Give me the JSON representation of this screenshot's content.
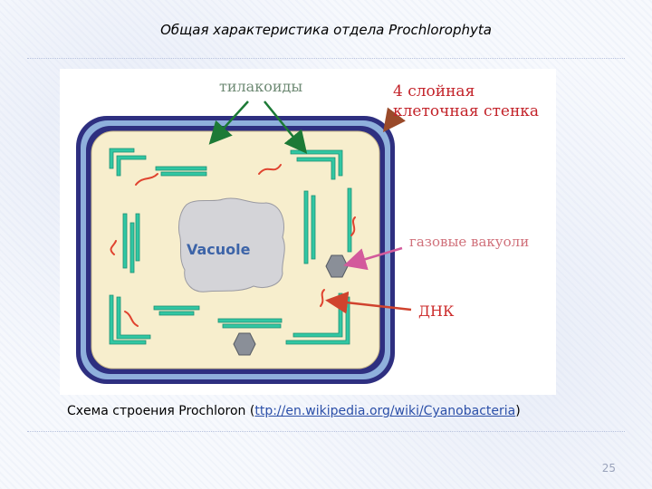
{
  "slide": {
    "title": "Общая характеристика отдела Prochlorophyta",
    "page_number": "25"
  },
  "figure": {
    "labels": {
      "thylakoids": "тилакоиды",
      "wall_line1": "4 слойная",
      "wall_line2": "клеточная стенка",
      "gas_vacuoles": "газовые вакуоли",
      "dna": "ДНК",
      "vacuole": "Vacuole"
    },
    "colors": {
      "wall_dark": "#2e2f80",
      "wall_blue": "#8fb0dc",
      "cytoplasm": "#f7eecd",
      "thylakoid": "#31c7a3",
      "thylakoid_edge": "#1d8f73",
      "dna": "#e0432f",
      "vacuole": "#d4d4d8",
      "arrow_green": "#1c7a36",
      "arrow_pink": "#d35a9c",
      "arrow_red": "#d0432e",
      "arrow_brown": "#9a4a2a"
    }
  },
  "caption": {
    "prefix": "Схема строения Prochloron (",
    "link": "ttp://en.wikipedia.org/wiki/Cyanobacteria",
    "suffix": ")"
  }
}
